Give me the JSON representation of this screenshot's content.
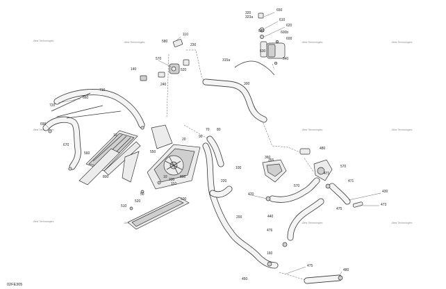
{
  "diagram_code": "02FE305",
  "watermark_text": "-Best Technologies",
  "part_labels": [
    "320",
    "323a",
    "650",
    "610",
    "620",
    "540",
    "600b",
    "630",
    "600",
    "340",
    "110",
    "580",
    "230",
    "570",
    "520",
    "315a",
    "140",
    "240",
    "300",
    "710",
    "660",
    "720",
    "690",
    "670",
    "70",
    "80",
    "10",
    "550",
    "20",
    "560",
    "800",
    "90",
    "360",
    "480",
    "355",
    "570",
    "100",
    "800",
    "10",
    "110",
    "471",
    "230",
    "220",
    "570",
    "471",
    "430",
    "470",
    "475",
    "473",
    "510",
    "520",
    "50",
    "500",
    "200",
    "440",
    "476",
    "160",
    "450",
    "475",
    "480"
  ],
  "colors": {
    "line": "#333333",
    "part_fill": "#ececec",
    "watermark": "#8a8a8a"
  }
}
